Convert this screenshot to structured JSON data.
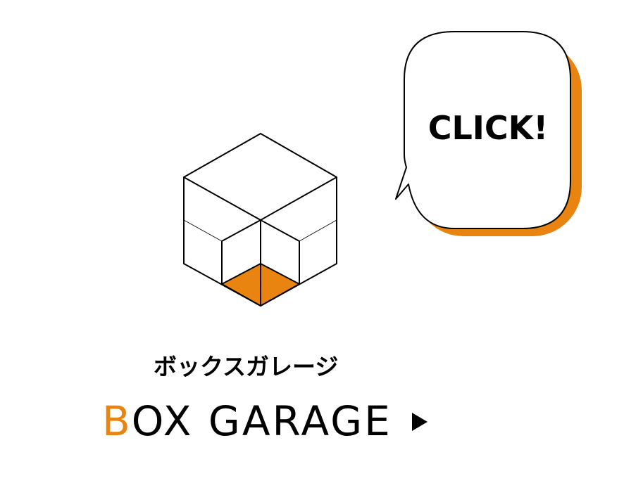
{
  "bubble": {
    "text": "CLICK!"
  },
  "subtitle": {
    "japanese": "ボックスガレージ"
  },
  "brand": {
    "first_letter": "B",
    "rest": "OX GARAGE"
  },
  "colors": {
    "accent": "#e8840f",
    "line": "#000000",
    "background": "#ffffff"
  },
  "icons": {
    "logo": "isometric-cube-icon",
    "arrow": "play-arrow-icon"
  }
}
